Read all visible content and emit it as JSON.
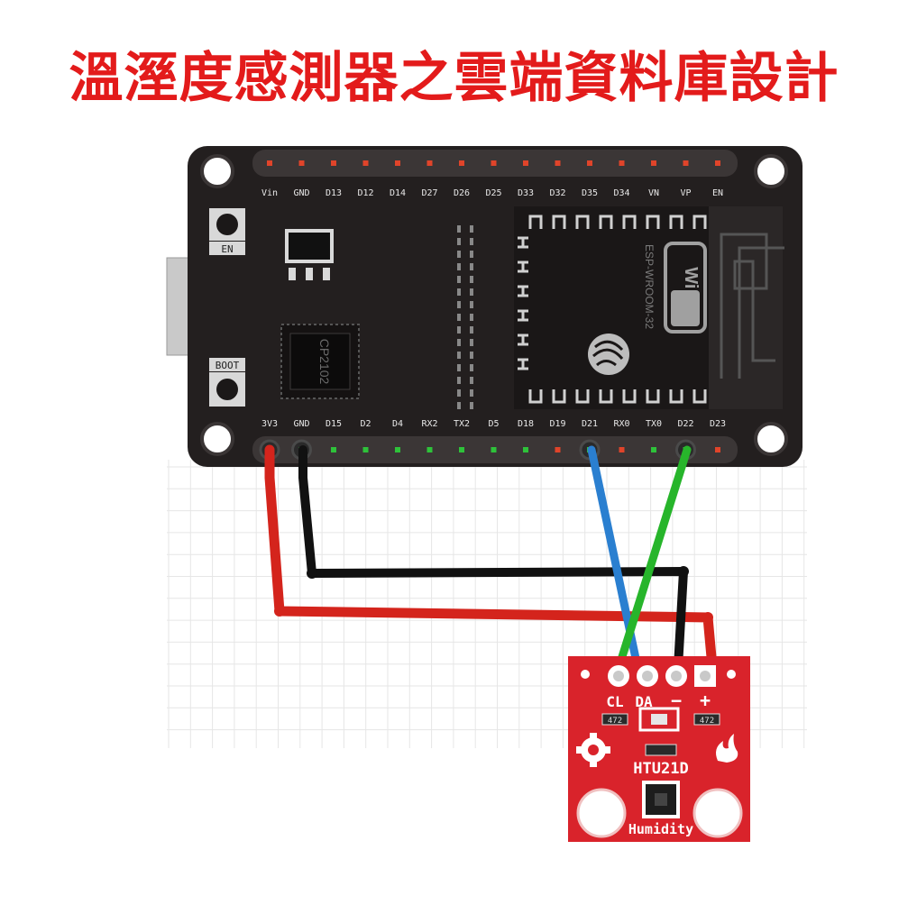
{
  "title": "溫溼度感測器之雲端資料庫設計",
  "colors": {
    "title": "#e31b1b",
    "board": "#231f1f",
    "wire_3v3": "#d4241c",
    "wire_gnd": "#111111",
    "wire_sda": "#2a7fd0",
    "wire_scl": "#27b52b",
    "sensor_pcb": "#d9232b"
  },
  "board": {
    "name": "ESP32 DevKit",
    "top_pins": [
      "Vin",
      "GND",
      "D13",
      "D12",
      "D14",
      "D27",
      "D26",
      "D25",
      "D33",
      "D32",
      "D35",
      "D34",
      "VN",
      "VP",
      "EN"
    ],
    "bottom_pins": [
      "3V3",
      "GND",
      "D15",
      "D2",
      "D4",
      "RX2",
      "TX2",
      "D5",
      "D18",
      "D19",
      "D21",
      "RX0",
      "TX0",
      "D22",
      "D23"
    ],
    "en_label": "EN",
    "boot_label": "BOOT",
    "usb_chip": "CP2102",
    "module_label": "ESP-WROOM-32",
    "wifi_label": "Wi Fi"
  },
  "sensor": {
    "name": "HTU21D",
    "subtitle": "Humidity",
    "pins": [
      "CL",
      "DA",
      "−",
      "+"
    ],
    "resistor1": "472",
    "resistor2": "472"
  },
  "connections": [
    {
      "from": "3V3",
      "to": "+",
      "wire": "red"
    },
    {
      "from": "GND",
      "to": "−",
      "wire": "black"
    },
    {
      "from": "D21",
      "to": "DA",
      "wire": "blue"
    },
    {
      "from": "D22",
      "to": "CL",
      "wire": "green"
    }
  ]
}
